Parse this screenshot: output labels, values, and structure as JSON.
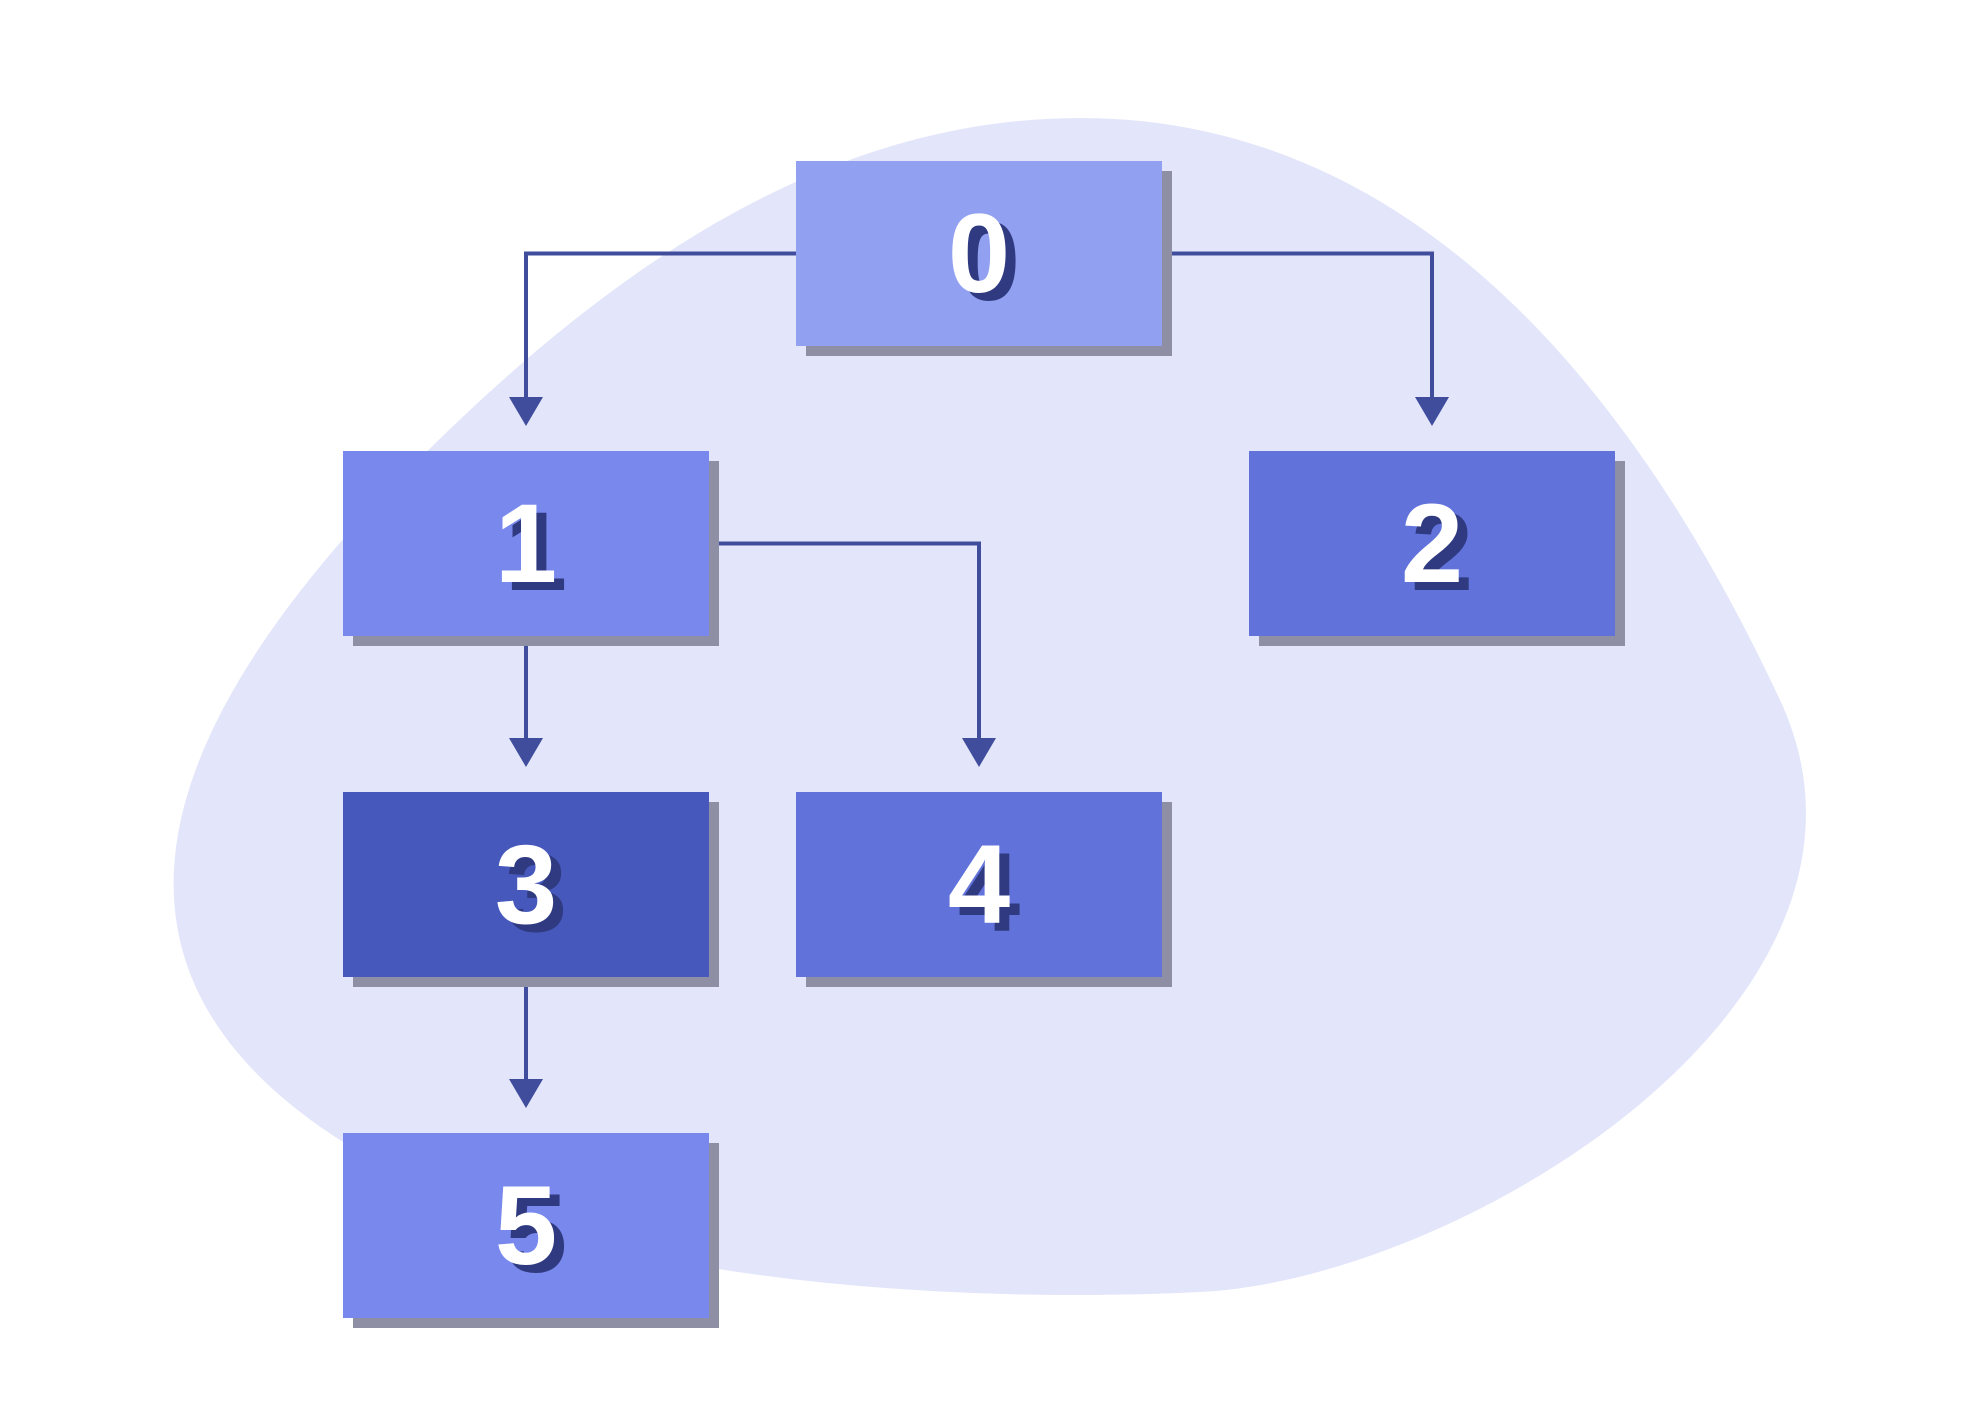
{
  "diagram": {
    "type": "tree",
    "colors": {
      "background_blob": "#e3e6fa",
      "node_root": "#92a0f1",
      "node_light": "#7888ec",
      "node_medium": "#6173db",
      "node_dark": "#4658bb",
      "node_shadow": "#8e8fa4",
      "edge": "#3f4d9c",
      "label_text": "#ffffff",
      "label_shadow": "#2f3a80"
    },
    "nodes": [
      {
        "id": "n0",
        "label": "0",
        "color": "#92a0f1"
      },
      {
        "id": "n1",
        "label": "1",
        "color": "#7888ec"
      },
      {
        "id": "n2",
        "label": "2",
        "color": "#6173db"
      },
      {
        "id": "n3",
        "label": "3",
        "color": "#4658bb"
      },
      {
        "id": "n4",
        "label": "4",
        "color": "#6173db"
      },
      {
        "id": "n5",
        "label": "5",
        "color": "#7888ec"
      }
    ],
    "edges": [
      {
        "from": "n0",
        "to": "n1"
      },
      {
        "from": "n0",
        "to": "n2"
      },
      {
        "from": "n1",
        "to": "n3"
      },
      {
        "from": "n1",
        "to": "n4"
      },
      {
        "from": "n3",
        "to": "n5"
      }
    ]
  }
}
